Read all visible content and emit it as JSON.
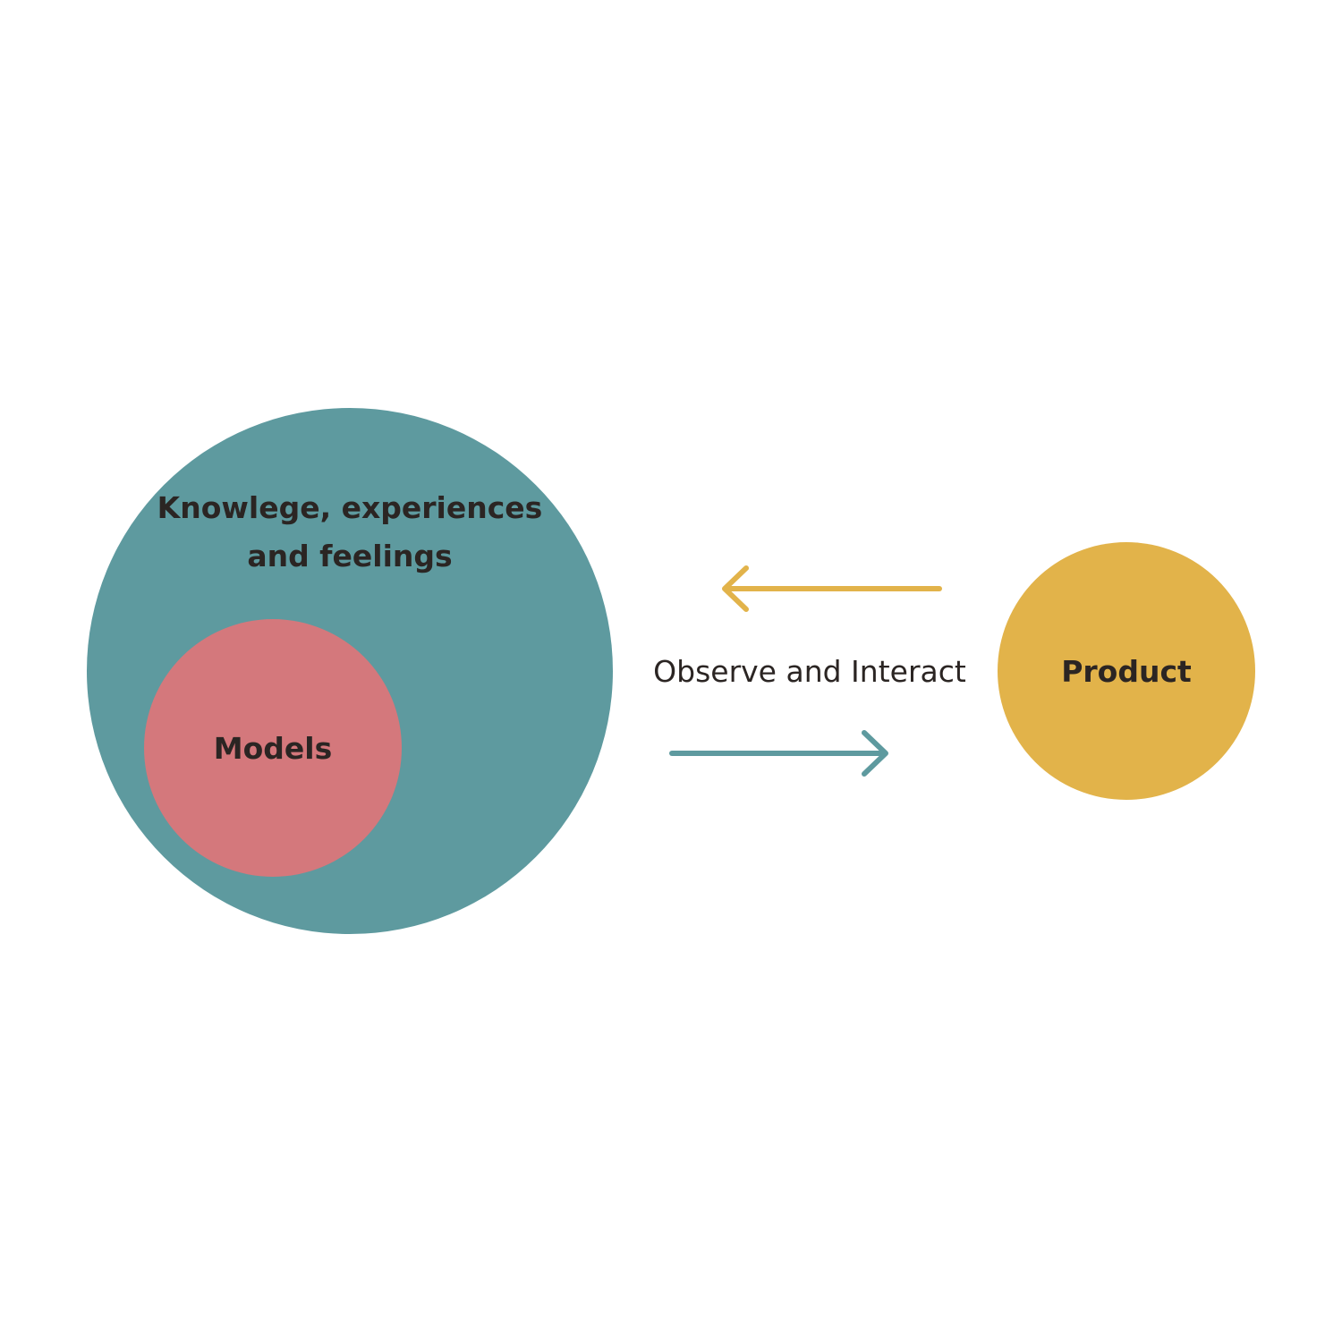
{
  "diagram": {
    "outer_circle": {
      "label_line1": "Knowlege, experiences",
      "label_line2": "and feelings",
      "color": "#5e9a9f"
    },
    "inner_circle": {
      "label": "Models",
      "color": "#d4787c"
    },
    "product_circle": {
      "label": "Product",
      "color": "#e2b34a"
    },
    "connector_label": "Observe and Interact",
    "arrow_to_user_color": "#e2b34a",
    "arrow_to_product_color": "#5e9a9f",
    "text_color": "#2b2523"
  }
}
